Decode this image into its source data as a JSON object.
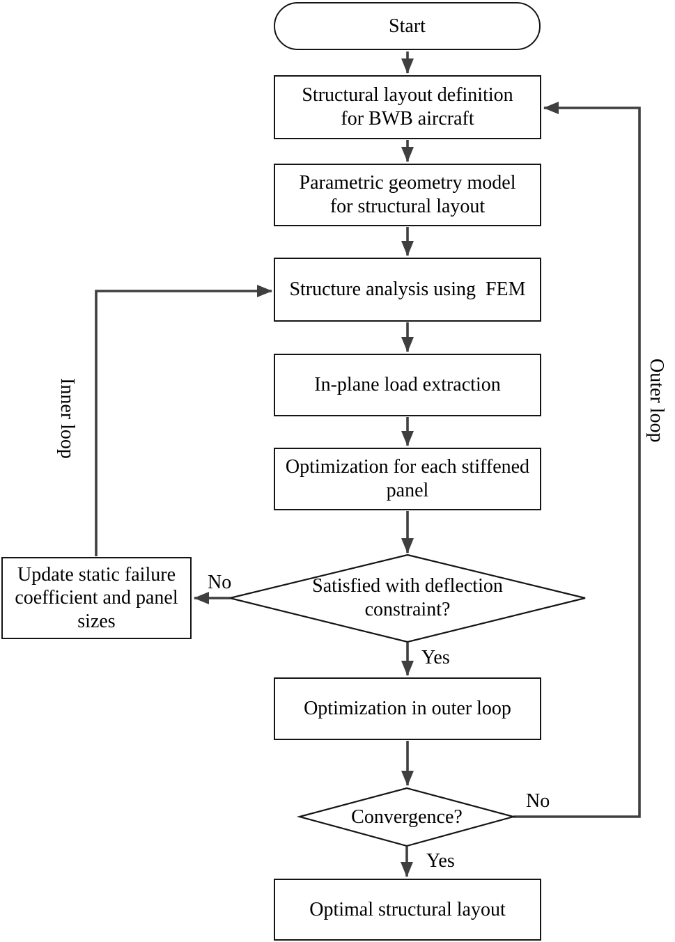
{
  "colors": {
    "background": "#ffffff",
    "border": "#141414",
    "arrow": "#3f3f3f",
    "text": "#000000"
  },
  "nodes": {
    "start": {
      "shape": "terminator",
      "label": "Start"
    },
    "layout_definition": {
      "shape": "process",
      "label": "Structural layout definition\nfor BWB aircraft"
    },
    "parametric_model": {
      "shape": "process",
      "label": "Parametric geometry model\nfor structural layout"
    },
    "fem_analysis": {
      "shape": "process",
      "label": "Structure analysis using  FEM"
    },
    "load_extraction": {
      "shape": "process",
      "label": "In-plane load extraction"
    },
    "panel_optimization": {
      "shape": "process",
      "label": "Optimization for each stiffened\npanel"
    },
    "deflection_check": {
      "shape": "decision",
      "label": "Satisfied with deflection\nconstraint?"
    },
    "update_failure": {
      "shape": "process",
      "label": "Update static failure\ncoefficient and panel\nsizes"
    },
    "outer_optimization": {
      "shape": "process",
      "label": "Optimization in outer loop"
    },
    "convergence_check": {
      "shape": "decision",
      "label": "Convergence?"
    },
    "optimal_layout": {
      "shape": "process",
      "label": "Optimal structural layout"
    }
  },
  "edges": [
    {
      "from": "start",
      "to": "layout_definition",
      "label": ""
    },
    {
      "from": "layout_definition",
      "to": "parametric_model",
      "label": ""
    },
    {
      "from": "parametric_model",
      "to": "fem_analysis",
      "label": ""
    },
    {
      "from": "fem_analysis",
      "to": "load_extraction",
      "label": ""
    },
    {
      "from": "load_extraction",
      "to": "panel_optimization",
      "label": ""
    },
    {
      "from": "panel_optimization",
      "to": "deflection_check",
      "label": ""
    },
    {
      "from": "deflection_check",
      "to": "update_failure",
      "label": "No"
    },
    {
      "from": "update_failure",
      "to": "fem_analysis",
      "label": "",
      "annotation": "Inner loop"
    },
    {
      "from": "deflection_check",
      "to": "outer_optimization",
      "label": "Yes"
    },
    {
      "from": "outer_optimization",
      "to": "convergence_check",
      "label": ""
    },
    {
      "from": "convergence_check",
      "to": "layout_definition",
      "label": "No",
      "annotation": "Outer loop"
    },
    {
      "from": "convergence_check",
      "to": "optimal_layout",
      "label": "Yes"
    }
  ]
}
